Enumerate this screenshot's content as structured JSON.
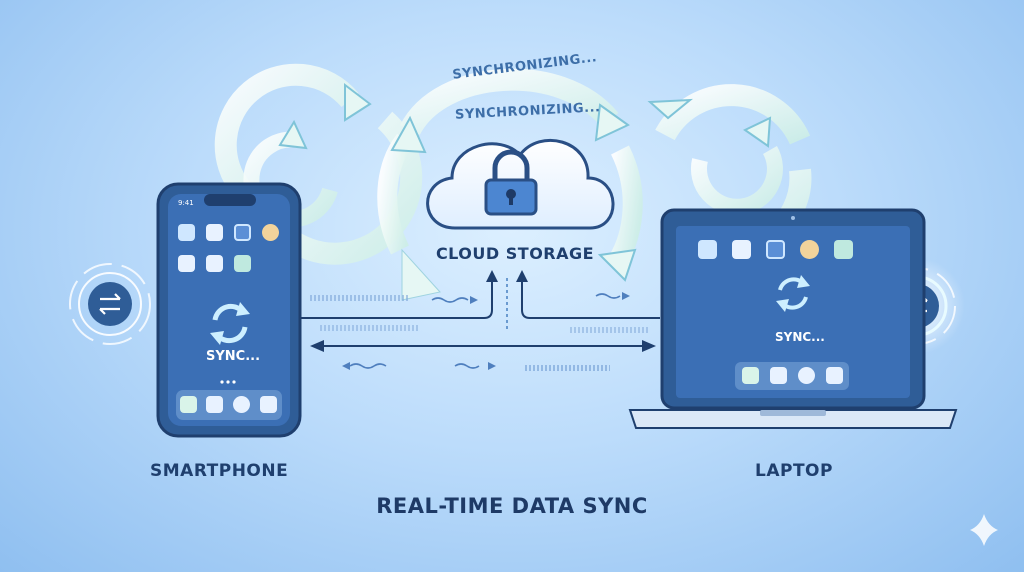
{
  "texts": {
    "title": "REAL-TIME DATA SYNC",
    "cloud_label": "CLOUD STORAGE",
    "syncing_top": "SYNCHRONIZING...",
    "syncing_mid": "SYNCHRONIZING...",
    "phone_label": "SMARTPHONE",
    "laptop_label": "LAPTOP",
    "phone_sync": "SYNC...",
    "laptop_sync": "SYNC...",
    "phone_time": "9:41"
  },
  "icons": {
    "cloud": "cloud-icon",
    "lock": "padlock-icon",
    "sync": "sync-arrows-icon",
    "transfer": "transfer-arrows-icon",
    "sparkle": "sparkle-icon"
  },
  "colors": {
    "device_body": "#2f5d97",
    "screen": "#3b6fb5",
    "accent": "#2a5a9a",
    "app_tile": "#cfe7ff",
    "flow_arrow": "#1f3f6e",
    "ring": "#ffffff"
  }
}
